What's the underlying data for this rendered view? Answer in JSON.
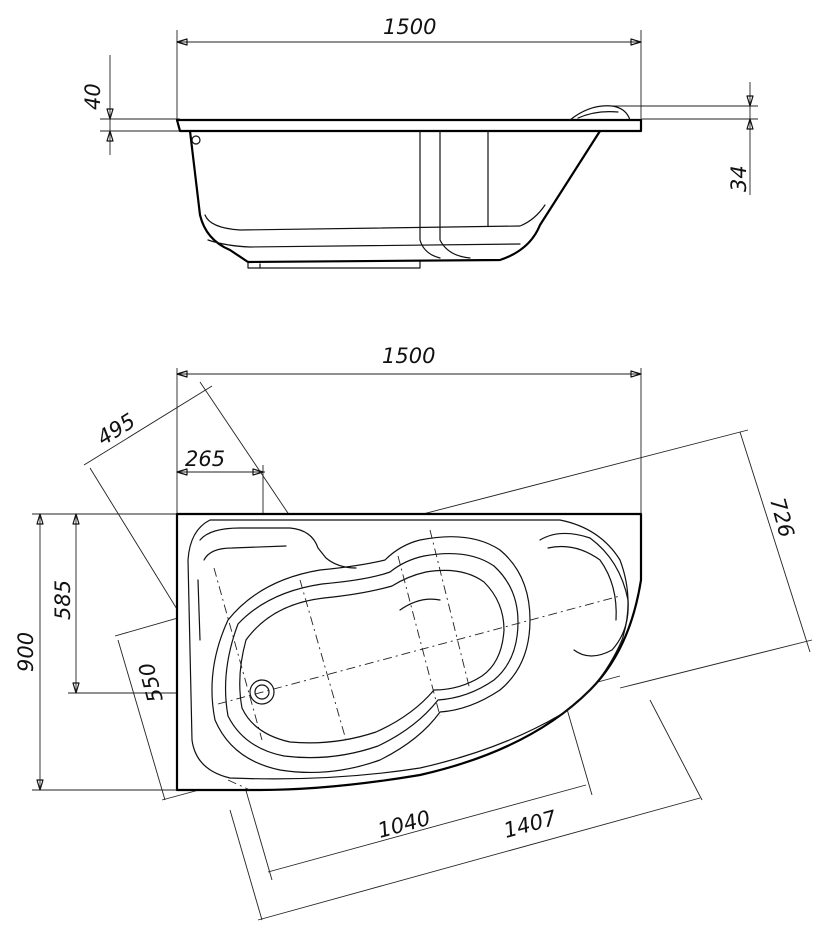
{
  "side_view": {
    "width_dim": "1500",
    "rim_height_dim": "40",
    "headrest_dim": "34"
  },
  "top_view": {
    "width_dim": "1500",
    "depth_dim": "900",
    "dim_495": "495",
    "dim_265": "265",
    "dim_585": "585",
    "dim_550": "550",
    "dim_1040": "1040",
    "dim_1407": "1407",
    "dim_726": "726"
  }
}
